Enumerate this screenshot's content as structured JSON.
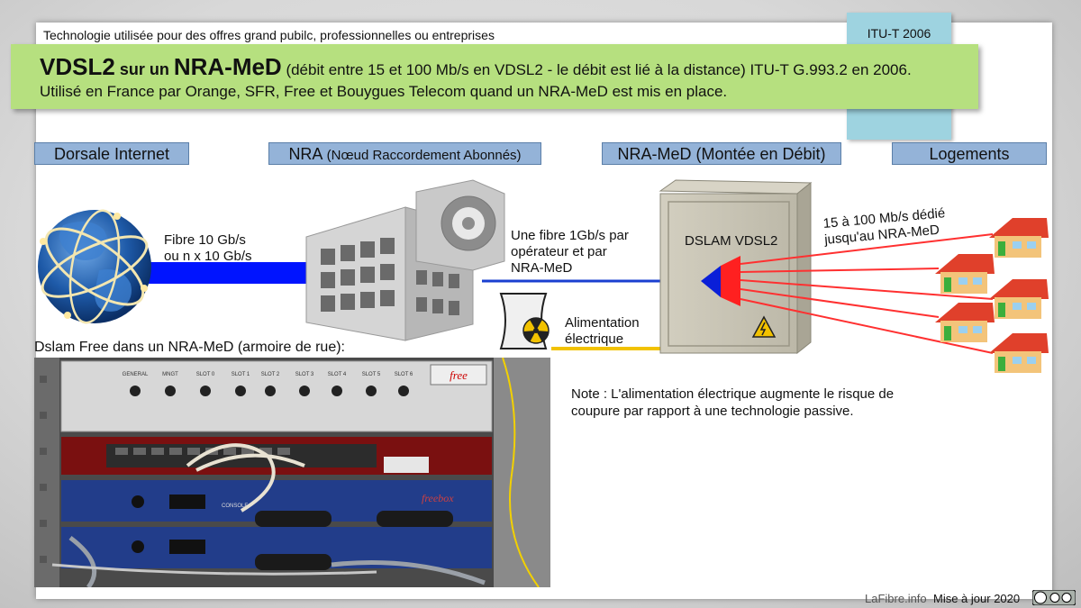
{
  "subtitle": "Technologie utilisée pour des offres grand pubilc, professionnelles ou entreprises",
  "itu_label": "ITU-T 2006",
  "banner": {
    "title_main": "VDSL2",
    "title_mid": " sur un ",
    "title_main2": "NRA-MeD",
    "title_rest": " (débit entre 15 et 100 Mb/s en VDSL2 - le débit est lié à la distance) ITU-T G.993.2 en 2006.",
    "line2": "Utilisé en France par Orange, SFR, Free et Bouygues Telecom quand un NRA-MeD est mis en place."
  },
  "headers": {
    "dorsale": "Dorsale Internet",
    "nra_main": "NRA",
    "nra_detail": " (Nœud Raccordement Abonnés)",
    "nramed": "NRA-MeD (Montée en Débit)",
    "logements": "Logements"
  },
  "labels": {
    "fibre_l1": "Fibre 10 Gb/s",
    "fibre_l2": "ou n x 10 Gb/s",
    "fibre1g_l1": "Une fibre 1Gb/s par",
    "fibre1g_l2": "opérateur et par",
    "fibre1g_l3": "NRA-MeD",
    "dslam": "DSLAM VDSL2",
    "debit_l1": "15 à 100 Mb/s dédié",
    "debit_l2": "jusqu'au NRA-MeD",
    "alim_l1": "Alimentation",
    "alim_l2": "électrique",
    "photo_caption": "Dslam Free dans un NRA-MeD (armoire de rue):",
    "note_l1": "Note : L'alimentation électrique augmente le risque de",
    "note_l2": "coupure par rapport à une technologie passive."
  },
  "photo_text": {
    "slot_labels": [
      "GENERAL",
      "MNGT",
      "SLOT 0",
      "SLOT 1",
      "SLOT 2",
      "SLOT 3",
      "SLOT 4",
      "SLOT 5",
      "SLOT 6"
    ],
    "brand": "free",
    "brand2": "freebox",
    "console": "CONSOLE"
  },
  "footer": {
    "site": "LaFibre.info",
    "update": "Mise à jour 2020"
  },
  "colors": {
    "banner_bg": "#b6e07f",
    "header_bg": "#94b3d8",
    "itu_bg": "#9ed3e0",
    "fibre_backbone": "#0014ff",
    "fibre_line": "#1a3fd0",
    "copper_lines": "#ff2020",
    "power_line": "#f2c200"
  }
}
